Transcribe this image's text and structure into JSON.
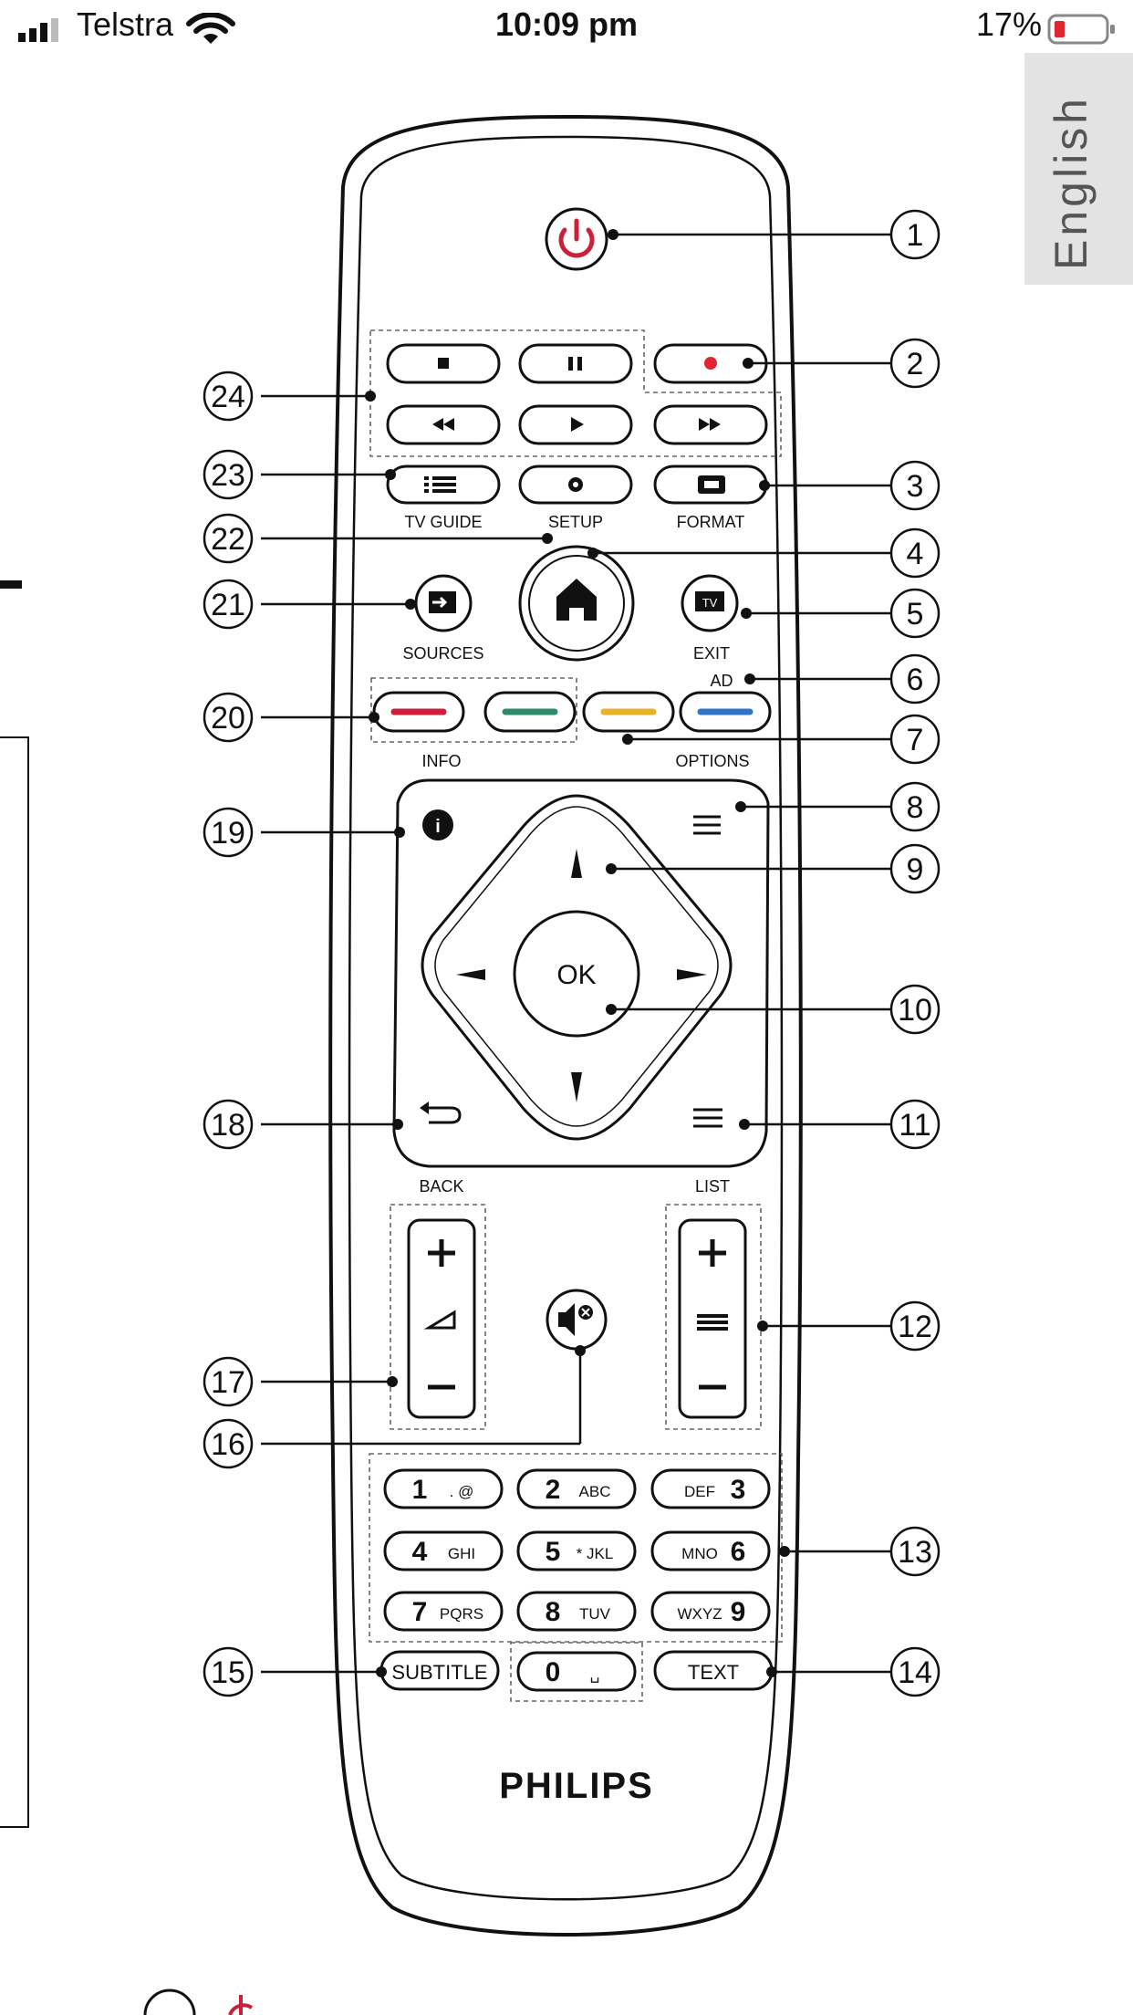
{
  "status_bar": {
    "carrier": "Telstra",
    "time": "10:09 pm",
    "battery": "17%"
  },
  "side_tab": {
    "label": "English"
  },
  "remote": {
    "brand": "PHILIPS",
    "labels": {
      "tv_guide": "TV GUIDE",
      "setup": "SETUP",
      "format": "FORMAT",
      "sources": "SOURCES",
      "exit": "EXIT",
      "ad": "AD",
      "info": "INFO",
      "options": "OPTIONS",
      "ok": "OK",
      "back": "BACK",
      "list": "LIST",
      "tv_icon": "TV"
    },
    "number_keys": [
      {
        "digit": "1",
        "letters": ". @"
      },
      {
        "digit": "2",
        "letters": "ABC"
      },
      {
        "digit": "3",
        "letters": "DEF"
      },
      {
        "digit": "4",
        "letters": "GHI"
      },
      {
        "digit": "5",
        "letters": "* JKL"
      },
      {
        "digit": "6",
        "letters": "MNO"
      },
      {
        "digit": "7",
        "letters": "PQRS"
      },
      {
        "digit": "8",
        "letters": "TUV"
      },
      {
        "digit": "9",
        "letters": "WXYZ"
      },
      {
        "digit": "0",
        "letters": "␣"
      }
    ],
    "subtitle": "SUBTITLE",
    "text": "TEXT",
    "colors": {
      "power": "#cc1f3a",
      "record": "#e0262f",
      "red_key": "#cc1f3a",
      "green_key": "#2e8b6a",
      "yellow_key": "#e8b32a",
      "blue_key": "#2f74c9"
    }
  },
  "callouts": [
    "1",
    "2",
    "3",
    "4",
    "5",
    "6",
    "7",
    "8",
    "9",
    "10",
    "11",
    "12",
    "13",
    "14",
    "15",
    "16",
    "17",
    "18",
    "19",
    "20",
    "21",
    "22",
    "23",
    "24"
  ]
}
